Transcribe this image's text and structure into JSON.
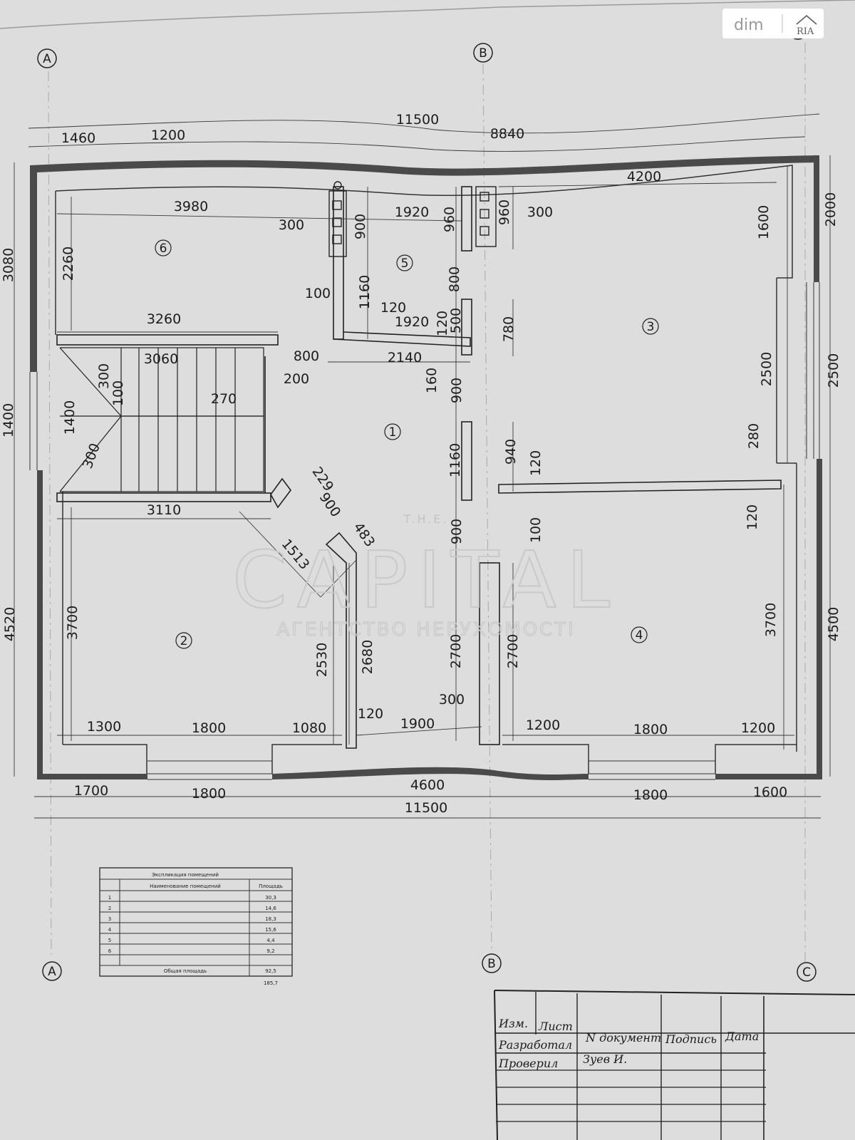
{
  "logo": {
    "dim": "dim",
    "ria": "RIA"
  },
  "axis_markers": [
    "A",
    "B",
    "C"
  ],
  "watermark": {
    "top": "T.H.E.",
    "main": "CAPITAL",
    "sub": "АГЕНТСТВО НЕРУХОМОСТІ"
  },
  "room_numbers": [
    "1",
    "2",
    "3",
    "4",
    "5",
    "6"
  ],
  "dimensions": {
    "overall_width": "11500",
    "top_1460": "1460",
    "top_1200": "1200",
    "top_8840": "8840",
    "d3980": "3980",
    "d4200": "4200",
    "d1920a": "1920",
    "d1920b": "1920",
    "d300a": "300",
    "d300b": "300",
    "d300c": "300",
    "d300d": "300",
    "d300e": "300",
    "d900a": "900",
    "d900b": "900",
    "d900c": "900",
    "d900d": "900",
    "d960a": "960",
    "d960b": "960",
    "d1600": "1600",
    "d2000": "2000",
    "d3080": "3080",
    "d2260": "2260",
    "d100a": "100",
    "d100b": "100",
    "d100c": "100",
    "d1160a": "1160",
    "d1160b": "1160",
    "d120a": "120",
    "d120b": "120",
    "d120c": "120",
    "d120d": "120",
    "d120e": "120",
    "d800a": "800",
    "d800b": "800",
    "d500": "500",
    "d780": "780",
    "d3260": "3260",
    "d3060": "3060",
    "d2140": "2140",
    "d200": "200",
    "d160": "160",
    "d270": "270",
    "d1400a": "1400",
    "d1400b": "1400",
    "d2500a": "2500",
    "d2500b": "2500",
    "d280": "280",
    "d940": "940",
    "d229": "229",
    "d483": "483",
    "d1513": "1513",
    "d3110": "3110",
    "d3700a": "3700",
    "d3700b": "3700",
    "d4520": "4520",
    "d4500": "4500",
    "d2530": "2530",
    "d2680": "2680",
    "d2700a": "2700",
    "d2700b": "2700",
    "d1300": "1300",
    "d1800a": "1800",
    "d1800b": "1800",
    "d1800c": "1800",
    "d1800d": "1800",
    "d1080": "1080",
    "d1900": "1900",
    "d1200a": "1200",
    "d1200b": "1200",
    "d1700": "1700",
    "d4600": "4600",
    "d1600b": "1600",
    "overall_width_bottom": "11500"
  },
  "explication": {
    "title": "Экспликация помещений",
    "col_name": "Наименование помещений",
    "col_area": "Площадь",
    "rows": [
      {
        "n": "1",
        "area": "30,3"
      },
      {
        "n": "2",
        "area": "14,6"
      },
      {
        "n": "3",
        "area": "18,3"
      },
      {
        "n": "4",
        "area": "15,6"
      },
      {
        "n": "5",
        "area": "4,4"
      },
      {
        "n": "6",
        "area": "9,2"
      }
    ],
    "total_label": "Общая площадь",
    "total": "92,5",
    "extra": "185,7"
  },
  "title_block": {
    "col_izm": "Изм.",
    "col_list": "Лист",
    "col_doc": "N документ",
    "col_sign": "Подпись",
    "col_date": "Дата",
    "developed": "Разработал",
    "author": "Зуев И.",
    "checked": "Проверил"
  }
}
